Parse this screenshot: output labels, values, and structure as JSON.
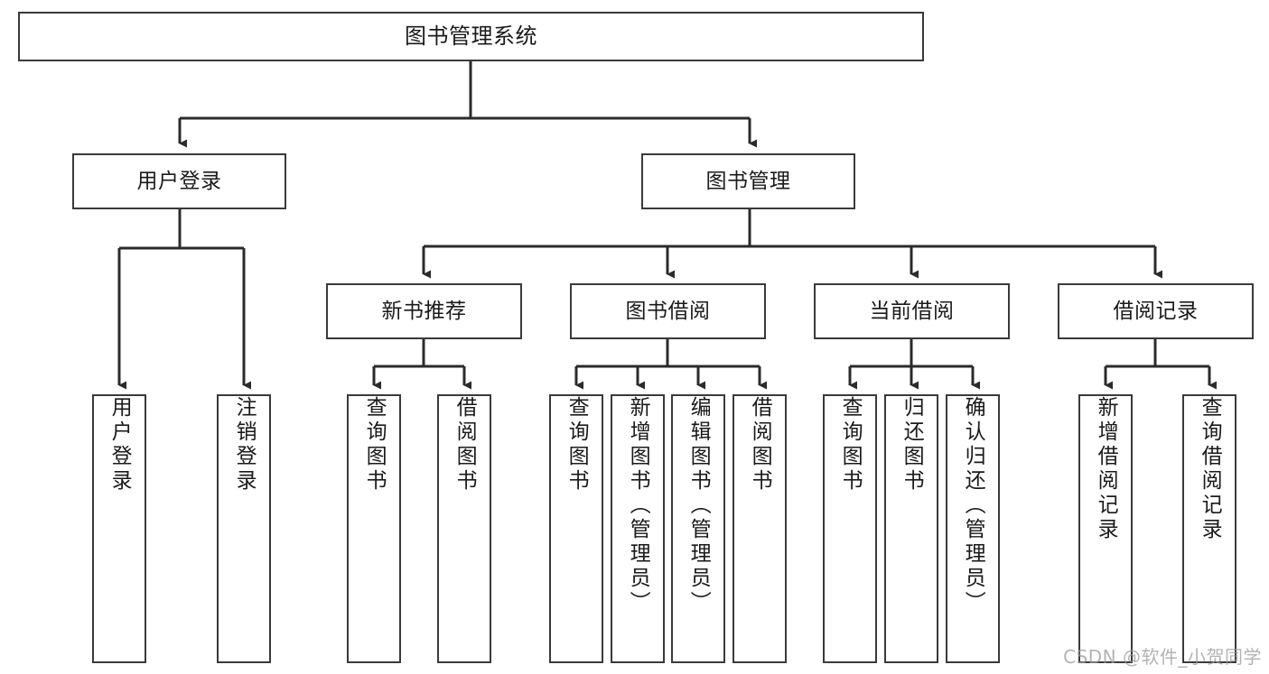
{
  "diagram": {
    "type": "tree",
    "title": "图书管理系统",
    "orientation": "top-down",
    "colors": {
      "box_border": "#3a3a3a",
      "box_fill": "#ffffff",
      "connector": "#2b2b2b",
      "text": "#1a1a1a",
      "watermark": "#9a9a9a",
      "background": "#ffffff"
    },
    "watermark": "CSDN @软件_小贺同学",
    "levels": [
      {
        "level": 1,
        "nodes": [
          {
            "id": "root",
            "label": "图书管理系统",
            "orientation": "horizontal"
          }
        ]
      },
      {
        "level": 2,
        "nodes": [
          {
            "id": "login",
            "label": "用户登录",
            "orientation": "horizontal",
            "parent": "root"
          },
          {
            "id": "bookmgmt",
            "label": "图书管理",
            "orientation": "horizontal",
            "parent": "root"
          }
        ]
      },
      {
        "level": 3,
        "nodes": [
          {
            "id": "newbook",
            "label": "新书推荐",
            "orientation": "horizontal",
            "parent": "bookmgmt"
          },
          {
            "id": "borrow",
            "label": "图书借阅",
            "orientation": "horizontal",
            "parent": "bookmgmt"
          },
          {
            "id": "current",
            "label": "当前借阅",
            "orientation": "horizontal",
            "parent": "bookmgmt"
          },
          {
            "id": "records",
            "label": "借阅记录",
            "orientation": "horizontal",
            "parent": "bookmgmt"
          }
        ]
      },
      {
        "level": 4,
        "nodes": [
          {
            "id": "leaf-1",
            "label": "用户登录",
            "orientation": "vertical",
            "parent": "login"
          },
          {
            "id": "leaf-2",
            "label": "注销登录",
            "orientation": "vertical",
            "parent": "login"
          },
          {
            "id": "leaf-3",
            "label": "查询图书",
            "orientation": "vertical",
            "parent": "newbook"
          },
          {
            "id": "leaf-4",
            "label": "借阅图书",
            "orientation": "vertical",
            "parent": "newbook"
          },
          {
            "id": "leaf-5",
            "label": "查询图书",
            "orientation": "vertical",
            "parent": "borrow"
          },
          {
            "id": "leaf-6",
            "label": "新增图书（管理员）",
            "orientation": "vertical",
            "parent": "borrow"
          },
          {
            "id": "leaf-7",
            "label": "编辑图书（管理员）",
            "orientation": "vertical",
            "parent": "borrow"
          },
          {
            "id": "leaf-8",
            "label": "借阅图书",
            "orientation": "vertical",
            "parent": "borrow"
          },
          {
            "id": "leaf-9",
            "label": "查询图书",
            "orientation": "vertical",
            "parent": "current"
          },
          {
            "id": "leaf-10",
            "label": "归还图书",
            "orientation": "vertical",
            "parent": "current"
          },
          {
            "id": "leaf-11",
            "label": "确认归还（管理员）",
            "orientation": "vertical",
            "parent": "current"
          },
          {
            "id": "leaf-12",
            "label": "新增借阅记录",
            "orientation": "vertical",
            "parent": "records"
          },
          {
            "id": "leaf-13",
            "label": "查询借阅记录",
            "orientation": "vertical",
            "parent": "records"
          }
        ]
      }
    ]
  }
}
